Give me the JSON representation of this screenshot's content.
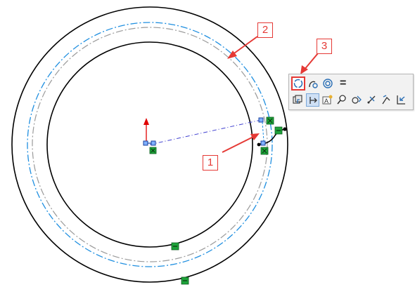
{
  "callouts": [
    {
      "label": "1",
      "color": "#e53935"
    },
    {
      "label": "2",
      "color": "#e53935"
    },
    {
      "label": "3",
      "color": "#e53935"
    }
  ],
  "sketch": {
    "outer_circle_color": "#000000",
    "inner_circle_color": "#000000",
    "construction_circle_blue": "#1f8fe0",
    "construction_circle_gray": "#9a9a9a",
    "centerline_color": "#4040d0",
    "origin_arrow_color": "#e00000",
    "relation_marker_color": "#1ea33a"
  },
  "context_toolbar": {
    "row1": [
      {
        "icon": "circle-icon",
        "selected": true
      },
      {
        "icon": "tangent-arc-icon",
        "selected": false
      },
      {
        "icon": "concentric-icon",
        "selected": false
      },
      {
        "icon": "equal-icon",
        "label": "="
      }
    ],
    "row2": [
      {
        "icon": "view-normal-icon"
      },
      {
        "icon": "convert-entities-icon"
      },
      {
        "icon": "smart-dimension-icon"
      },
      {
        "icon": "zoom-to-selection-icon"
      },
      {
        "icon": "display-relations-icon"
      },
      {
        "icon": "trim-icon"
      },
      {
        "icon": "extend-icon"
      },
      {
        "icon": "exit-sketch-icon"
      }
    ]
  }
}
